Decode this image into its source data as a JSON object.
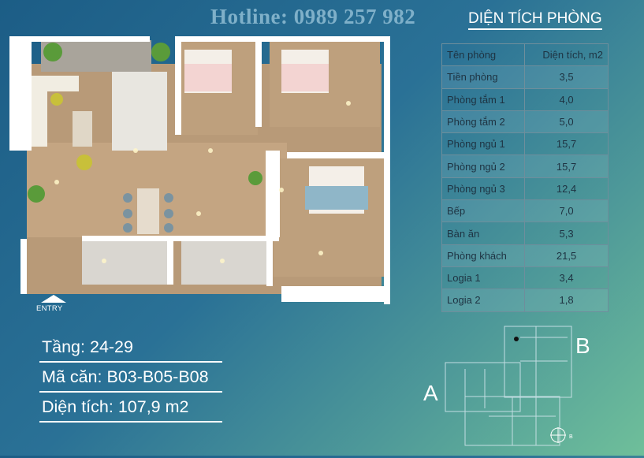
{
  "hotline": "Hotline: 0989 257 982",
  "section_title": "DIỆN TÍCH PHÒNG",
  "table": {
    "headers": [
      "Tên phòng",
      "Diện tích, m2"
    ],
    "rows": [
      [
        "Tiền phòng",
        "3,5"
      ],
      [
        "Phòng tắm 1",
        "4,0"
      ],
      [
        "Phòng tắm 2",
        "5,0"
      ],
      [
        "Phòng ngủ 1",
        "15,7"
      ],
      [
        "Phòng ngủ 2",
        "15,7"
      ],
      [
        "Phòng ngủ 3",
        "12,4"
      ],
      [
        "Bếp",
        "7,0"
      ],
      [
        "Bàn ăn",
        "5,3"
      ],
      [
        "Phòng khách",
        "21,5"
      ],
      [
        "Logia 1",
        "3,4"
      ],
      [
        "Logia 2",
        "1,8"
      ]
    ]
  },
  "info": {
    "floor_label": "Tầng:",
    "floor_value": "24-29",
    "unit_label": "Mã căn:",
    "unit_value": "B03-B05-B08",
    "area_label": "Diện tích:",
    "area_value": "107,9 m2"
  },
  "plan": {
    "entry_label": "ENTRY"
  },
  "keyplan": {
    "label_a": "A",
    "label_b": "B",
    "compass_label": "B"
  }
}
